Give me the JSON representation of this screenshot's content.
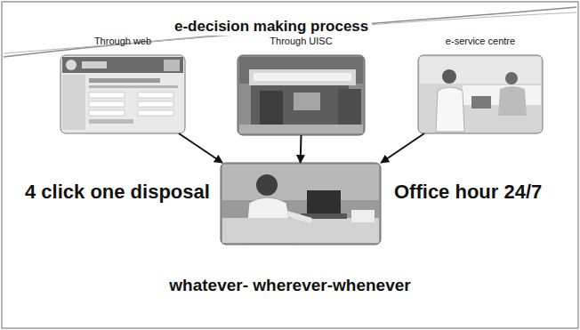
{
  "diagram": {
    "title": "e-decision making process",
    "nodes": [
      {
        "text": [
          "Through  web"
        ]
      },
      {
        "text": [
          "Through UISC"
        ]
      },
      {
        "text": [
          "e-service centre"
        ]
      },
      {
        "text": [
          "whatever- wherever-whenever"
        ]
      }
    ],
    "edges": [
      {
        "from": 0,
        "to": 3,
        "arrow": "to"
      },
      {
        "from": 1,
        "to": 3,
        "arrow": "to"
      },
      {
        "from": 2,
        "to": 3,
        "arrow": "to"
      }
    ],
    "labels": [
      "4 click one disposal",
      "Office hour 24/7"
    ]
  }
}
